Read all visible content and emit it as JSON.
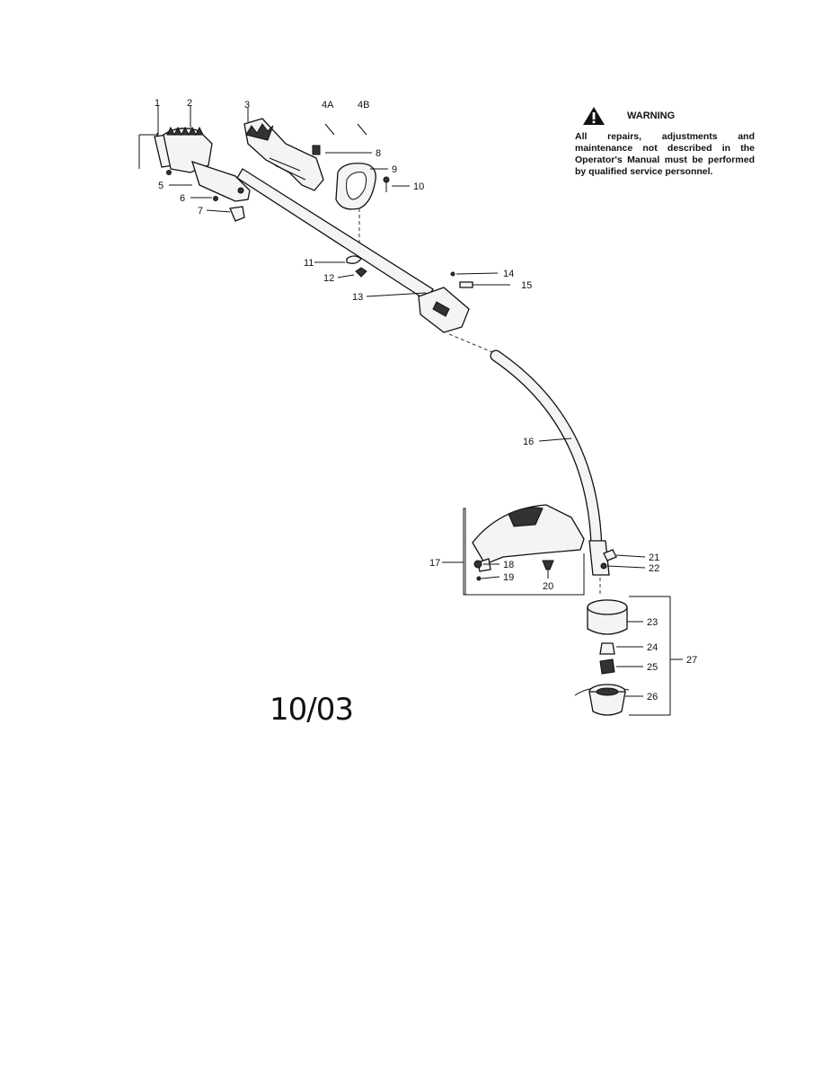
{
  "warning": {
    "title": "WARNING",
    "text": "All repairs, adjustments and maintenance not described in the Operator's Manual must be performed by qualified service personnel."
  },
  "date_code": "10/03",
  "callouts": [
    "1",
    "2",
    "3",
    "4A",
    "4B",
    "5",
    "6",
    "7",
    "8",
    "9",
    "10",
    "11",
    "12",
    "13",
    "14",
    "15",
    "16",
    "17",
    "18",
    "19",
    "20",
    "21",
    "22",
    "23",
    "24",
    "25",
    "26",
    "27"
  ]
}
